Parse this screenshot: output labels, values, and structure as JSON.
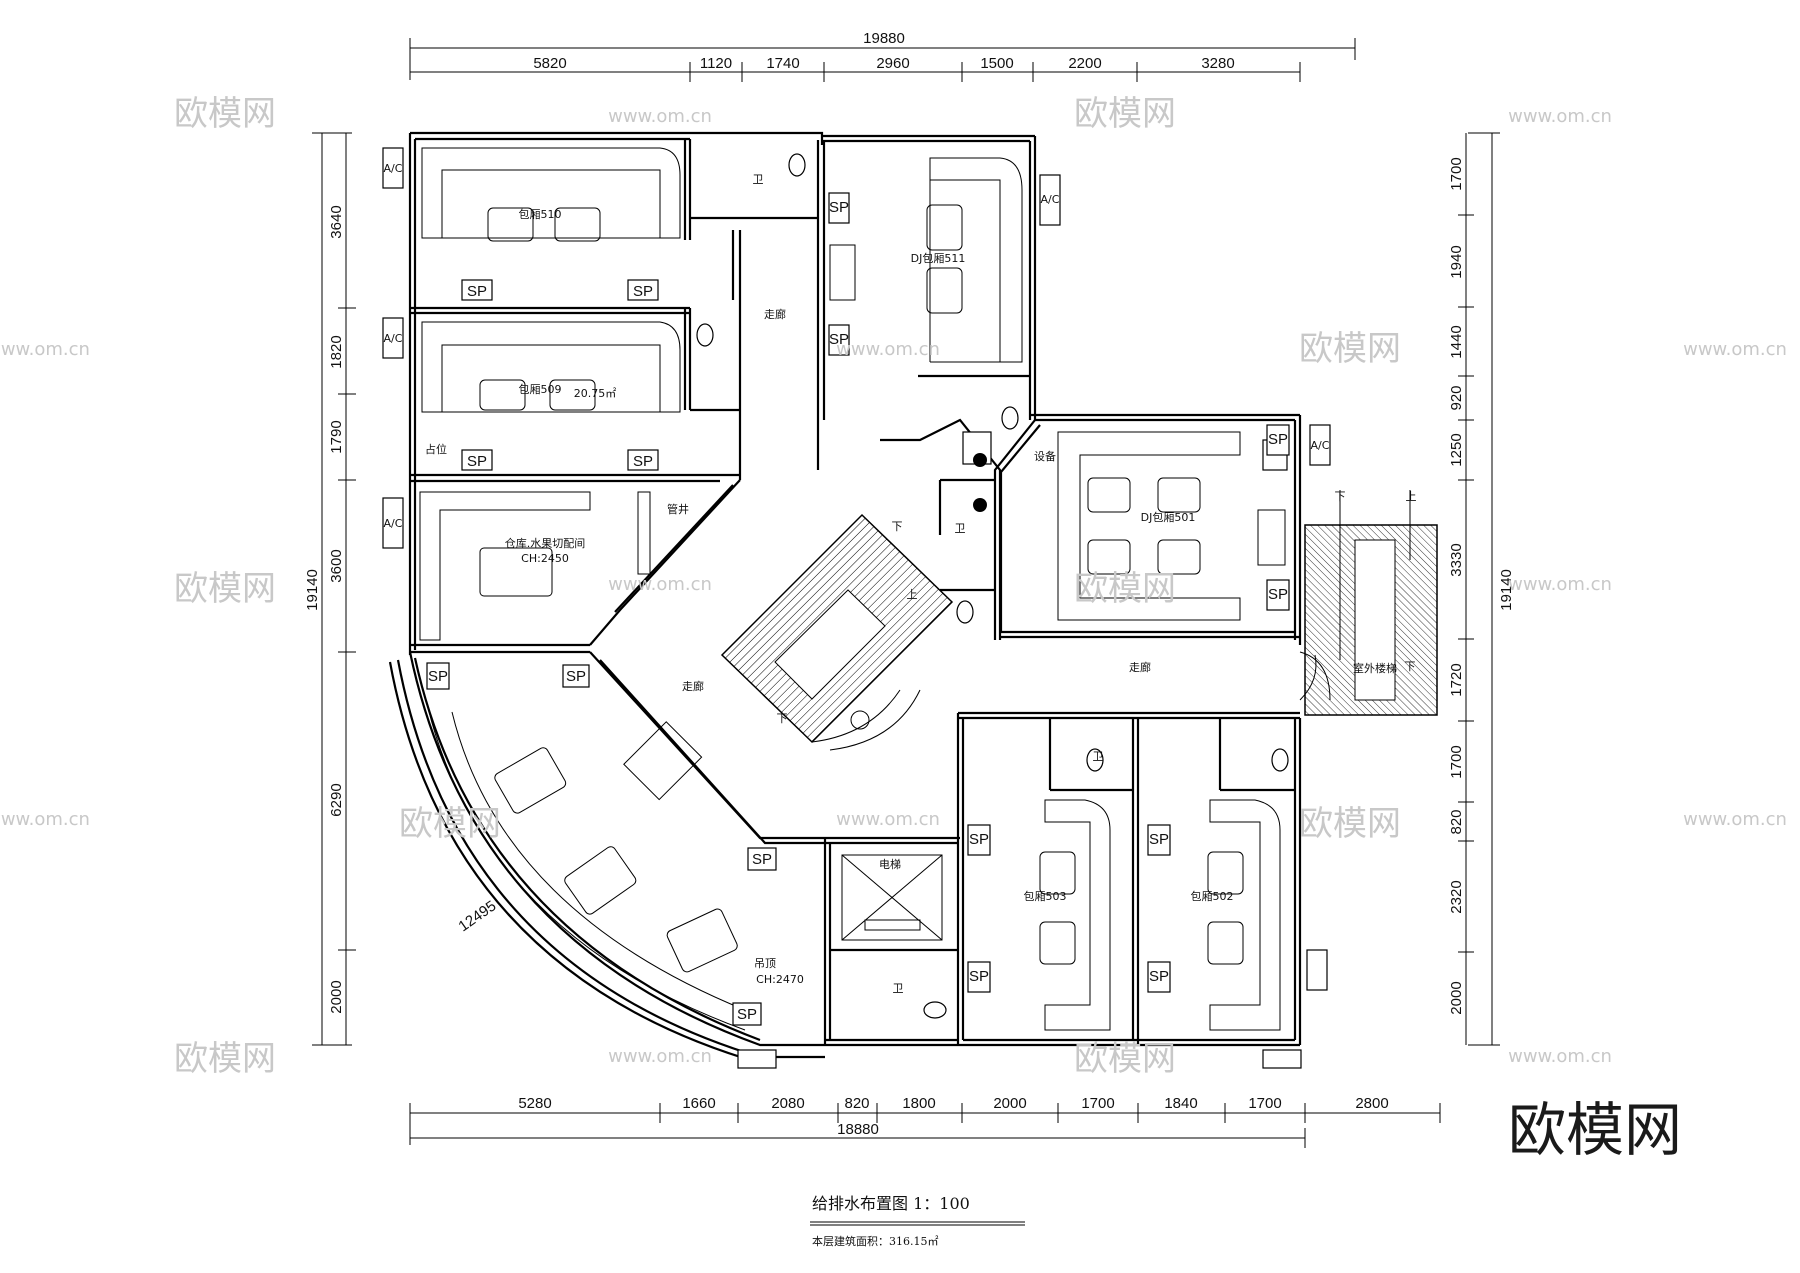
{
  "drawing": {
    "title": "给排水布置图 1：100",
    "area_note": "本层建筑面积：316.15㎡",
    "logo_text": "欧模网"
  },
  "dimensions": {
    "top_total": "19880",
    "top": [
      "5820",
      "1120",
      "1740",
      "2960",
      "1500",
      "2200",
      "3280"
    ],
    "bottom": [
      "5280",
      "1660",
      "2080",
      "820",
      "1800",
      "2000",
      "1700",
      "1840",
      "1700",
      "2800"
    ],
    "bottom_total": "18880",
    "left_total": "19140",
    "left": [
      "3640",
      "1820",
      "1790",
      "3600",
      "6290",
      "2000"
    ],
    "right_total": "19140",
    "right": [
      "1700",
      "1940",
      "1440",
      "920",
      "1250",
      "3330",
      "1720",
      "1700",
      "820",
      "2320",
      "2000"
    ],
    "arc_radius": "12495"
  },
  "rooms": {
    "r510": "包厢510",
    "r509": "包厢509",
    "r509_area": "20.75㎡",
    "r511": "DJ包厢511",
    "r501": "DJ包厢501",
    "r503": "包厢503",
    "r502": "包厢502",
    "storage": "仓库.水果切配间",
    "storage_ch": "CH:2450",
    "corridor1": "走廊",
    "corridor2": "走廊",
    "corridor3": "走廊",
    "elevator": "电梯",
    "ceiling": "吊顶",
    "ceiling_ch": "CH:2470",
    "equipment": "设备",
    "shaft": "管井",
    "toilet1": "卫",
    "toilet2": "卫",
    "toilet3": "卫",
    "toilet4": "卫",
    "stair_up1": "上",
    "stair_up2": "上",
    "stair_down1": "下",
    "stair_down2": "下",
    "stair_down3": "下",
    "stair_down4": "下",
    "outdoor_stair": "室外楼梯",
    "storage_note": "占位"
  },
  "sp_label": "SP",
  "ac_label": "A/C",
  "watermarks": [
    "欧模网",
    "www.om.cn"
  ]
}
